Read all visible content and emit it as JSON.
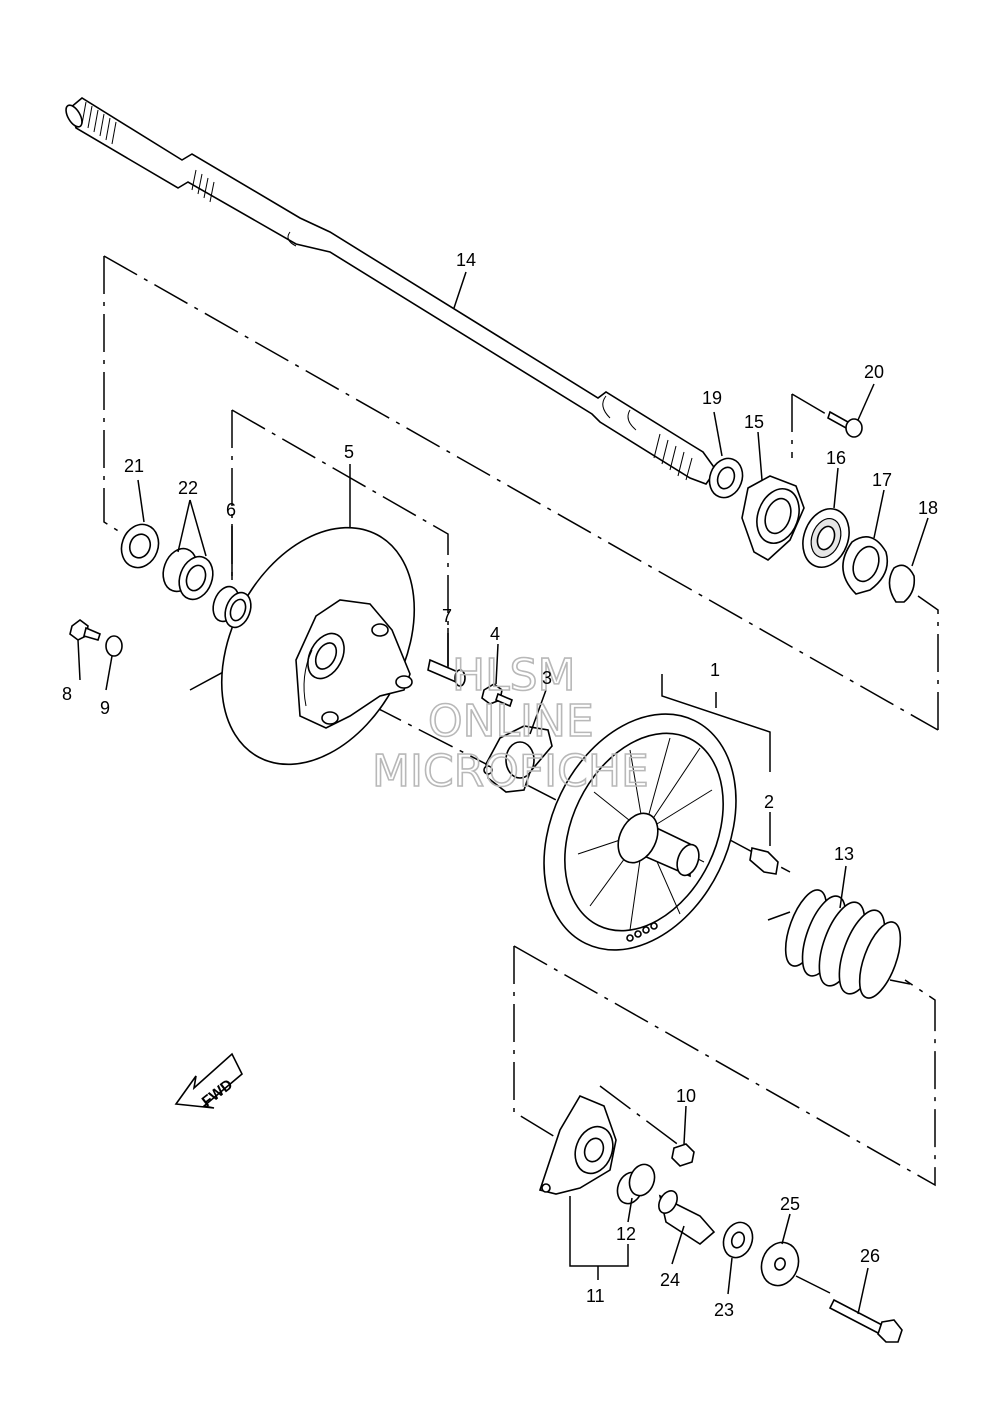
{
  "callouts": {
    "c1": "1",
    "c2": "2",
    "c3": "3",
    "c4": "4",
    "c5": "5",
    "c6": "6",
    "c7": "7",
    "c8": "8",
    "c9": "9",
    "c10": "10",
    "c11": "11",
    "c12": "12",
    "c13": "13",
    "c14": "14",
    "c15": "15",
    "c16": "16",
    "c17": "17",
    "c18": "18",
    "c19": "19",
    "c20": "20",
    "c21": "21",
    "c22": "22",
    "c23": "23",
    "c24": "24",
    "c25": "25",
    "c26": "26"
  },
  "watermark": {
    "line1": "HLSM",
    "line2": "ONLINE",
    "line3": "MICROFICHE"
  },
  "fwd_label": "FWD"
}
